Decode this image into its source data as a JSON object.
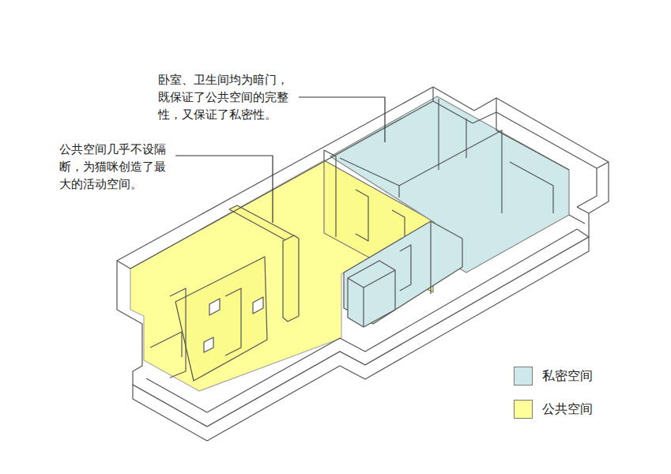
{
  "diagram": {
    "labels": [
      "卧室、卫生间均为暗门， 既保证了公共空间的完整 性，又保证了私密性。",
      "公共空间几乎不设隔 断，为猫咪创造了最 大的活动空间。"
    ],
    "legend": [
      {
        "text": "私密空间",
        "color": "#cfe9ea"
      },
      {
        "text": "公共空间",
        "color": "#ffff99"
      }
    ]
  }
}
